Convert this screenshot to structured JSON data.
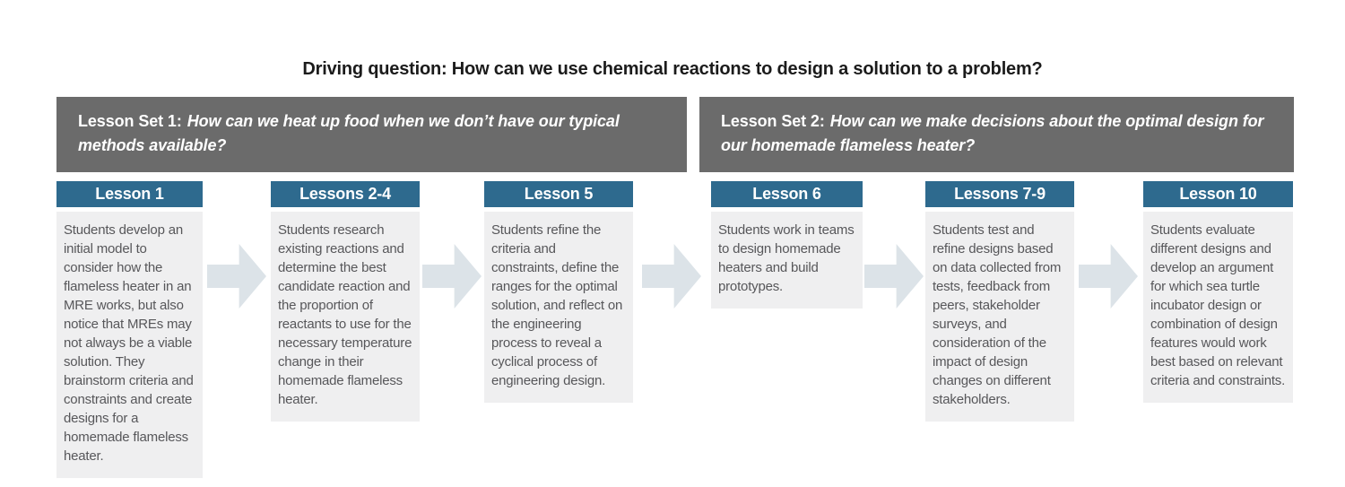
{
  "driving_question": "Driving question: How can we use chemical reactions to design a solution to a problem?",
  "lesson_sets": [
    {
      "label": "Lesson Set 1:",
      "question": "How can we heat up food when we don’t have our typical methods available?"
    },
    {
      "label": "Lesson Set 2:",
      "question": "How can we make decisions about the optimal design for our homemade flameless heater?"
    }
  ],
  "columns": [
    {
      "title": "Lesson 1",
      "body": "Students develop an initial model to consider how the flameless heater in an MRE works, but also notice that MREs may not always be a viable solution. They brainstorm criteria and constraints and create designs for a homemade flameless heater."
    },
    {
      "title": "Lessons 2-4",
      "body": "Students research existing reactions and determine the best candidate reaction and the proportion of reactants to use for the necessary temperature change in their homemade flameless heater."
    },
    {
      "title": "Lesson 5",
      "body": "Students refine the criteria and constraints, define the ranges for the optimal solution, and reflect on the engineering process to reveal a cyclical process of engineering design."
    },
    {
      "title": "Lesson 6",
      "body": "Students work in teams to design homemade heaters and build prototypes."
    },
    {
      "title": "Lessons 7-9",
      "body": "Students test and refine designs based on data collected from tests, feedback from peers, stakeholder surveys, and consideration of the impact of design changes on different stakeholders."
    },
    {
      "title": "Lesson 10",
      "body": "Students evaluate different designs and develop an argument for which sea turtle incubator design or combination of design features would work best based on relevant criteria and constraints."
    }
  ],
  "colors": {
    "set_bar_background": "#6b6b6b",
    "lesson_header_background": "#2e6a8e",
    "content_box_background": "#efeff0",
    "body_text": "#57575a",
    "arrow": "#dce3e8"
  }
}
